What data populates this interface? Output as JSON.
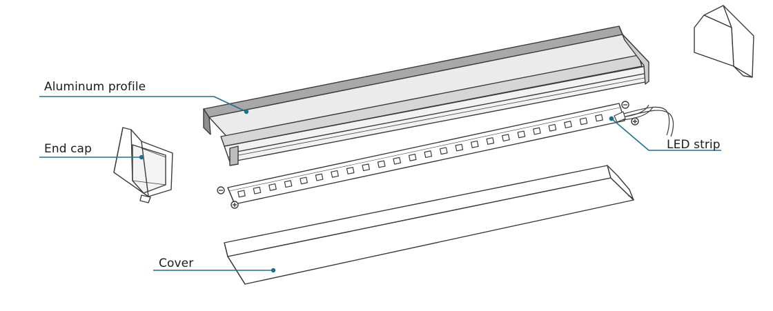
{
  "labels": {
    "profile": "Aluminum profile",
    "endcap": "End cap",
    "strip": "LED strip",
    "cover": "Cover"
  },
  "colors": {
    "outline": "#3a3a3a",
    "leader": "#1f6f8f",
    "profile_top": "#a6a6a6",
    "profile_inner": "#e9e9e9",
    "profile_side": "#cfcfcf",
    "cover_fill": "#ffffff"
  },
  "strip": {
    "chip_count": 24,
    "polarity_minus": "−",
    "polarity_plus": "+"
  }
}
